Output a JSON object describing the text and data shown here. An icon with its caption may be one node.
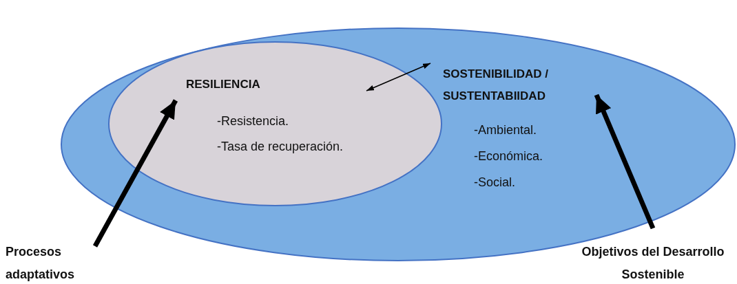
{
  "diagram": {
    "nodes": [
      {
        "text": [
          "-Ambiental.",
          "-Económica.",
          "-Social."
        ]
      },
      {
        "text": [
          "RESILIENCIA",
          "-Resistencia.",
          "-Tasa de recuperación."
        ],
        "in": 0
      },
      {
        "text": [
          "SOSTENIBILIDAD / SUSTENTABIIDAD"
        ],
        "in": 0
      },
      {
        "text": [
          "Procesos adaptativos"
        ]
      },
      {
        "text": [
          "Objetivos del Desarrollo Sostenible"
        ]
      }
    ],
    "edges": [
      {
        "from": 1,
        "to": 2,
        "arrow": "both"
      },
      {
        "from": 3,
        "to": 1,
        "arrow": "to"
      },
      {
        "from": 4,
        "to": 2,
        "arrow": "to"
      }
    ]
  }
}
